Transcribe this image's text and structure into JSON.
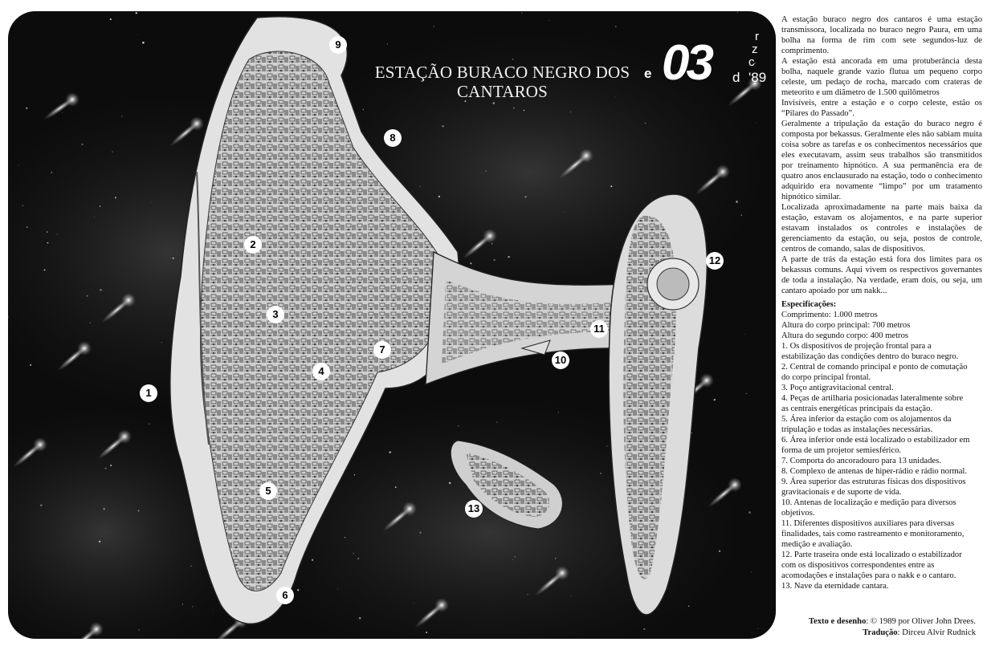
{
  "illustration": {
    "title": "ESTAÇÃO BURACO NEGRO DOS CANTAROS",
    "logo": {
      "e": "e",
      "mark": "03",
      "r": "r",
      "z": "z",
      "c": "c",
      "d": "d",
      "year": "'89"
    },
    "markers": [
      "1",
      "2",
      "3",
      "4",
      "5",
      "6",
      "7",
      "8",
      "9",
      "10",
      "11",
      "12",
      "13"
    ],
    "colors": {
      "space": "#0c0c0c",
      "hull": "#d9d9d9"
    }
  },
  "article": {
    "paragraphs": [
      "A estação buraco negro dos cantaros é uma estação transmissora, localizada no buraco negro Paura, em uma bolha na forma de rim com sete segundos-luz de comprimento.",
      "A estação está ancorada em uma protuberância desta bolha, naquele grande vazio flutua um pequeno corpo celeste, um pedaço de rocha, marcado com crateras de meteorito e um diâmetro de 1.500 quilômetros",
      "Invisíveis, entre a estação e o corpo celeste, estão os “Pilares do Passado”.",
      "Geralmente a tripulação da estação do buraco negro é composta por bekassus. Geralmente eles não sabiam muita coisa sobre as tarefas e os conhecimentos necessários que eles executavam, assim seus trabalhos são transmitidos por treinamento hipnótico. A sua permanência era de quatro anos enclausurado na estação, todo o conhecimento adquirido era novamente “limpo” por um tratamento hipnótico similar.",
      "Localizada aproximadamente na parte mais baixa da estação, estavam os alojamentos, e na parte superior estavam instalados os controles e instalações de gerenciamento da estação, ou seja, postos de controle, centros de comando, salas de dispositivos.",
      "A parte de trás da estação está fora dos limites para os bekassus comuns. Aqui vivem os respectivos governantes de toda a instalação. Na verdade, eram dois, ou seja, um cantaro apoiado por um nakk..."
    ],
    "specs_heading": "Especificações:",
    "specs_lines": [
      "Comprimento: 1.000 metros",
      "Altura do corpo principal: 700 metros",
      "Altura do segundo corpo: 400 metros",
      "1. Os dispositivos de projeção frontal para a",
      "estabilização das condições dentro do buraco negro.",
      "2. Central de comando principal e ponto de comutação",
      "do corpo principal frontal.",
      "3. Poço antigravitacional central.",
      "4. Peças de artilharia posicionadas lateralmente sobre",
      "as centrais energéticas principais da estação.",
      "5. Área inferior da estação com os alojamentos da",
      "tripulação e todas as instalações necessárias.",
      "6. Área inferior onde está localizado o estabilizador em",
      "forma de um projetor semiesférico.",
      "7. Comporta do ancoradouro para 13 unidades.",
      "8. Complexo de antenas de hiper-rádio e rádio normal.",
      "9. Área superior das estruturas físicas dos dispositivos",
      "gravitacionais e de suporte de vida.",
      "10. Antenas de localização e medição para diversos",
      "objetivos.",
      "11. Diferentes dispositivos auxiliares para diversas",
      "finalidades, tais como rastreamento e monitoramento,",
      "medição e avaliação.",
      "12. Parte traseira onde está localizado o estabilizador",
      "com os dispositivos correspondentes entre as",
      "acomodações e instalações para o nakk e o cantaro.",
      "13. Nave da eternidade cantara."
    ],
    "credits": {
      "text_label": "Texto e desenho",
      "text_value": ": © 1989 por Oliver John Drees.",
      "translation_label": "Tradução",
      "translation_value": ": Dirceu Alvir Rudnick"
    }
  }
}
